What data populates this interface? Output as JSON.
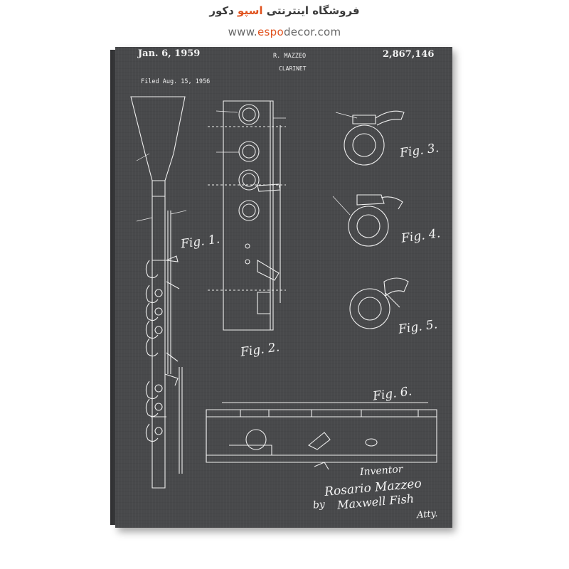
{
  "brand": {
    "title_main": "فروشگاه اینترنتی ",
    "title_accent": "اسپو",
    "title_end": " دکور",
    "url_prefix": "www.",
    "url_accent": "espo",
    "url_suffix": "decor.com"
  },
  "patent": {
    "date": "Jan. 6, 1959",
    "inventor_header": "R. MAZZEO",
    "subject": "CLARINET",
    "number": "2,867,146",
    "filed": "Filed Aug. 15, 1956",
    "fig1": "Fig. 1.",
    "fig2": "Fig. 2.",
    "fig3": "Fig. 3.",
    "fig4": "Fig. 4.",
    "fig5": "Fig. 5.",
    "fig6": "Fig. 6.",
    "inventor_label": "Inventor",
    "inventor_name": "Rosario Mazzeo",
    "by": "by",
    "attorney": "Maxwell Fish",
    "atty": "Atty."
  },
  "colors": {
    "board": "#48494b",
    "ink": "#f1f1f1",
    "accent": "#e0531f"
  }
}
